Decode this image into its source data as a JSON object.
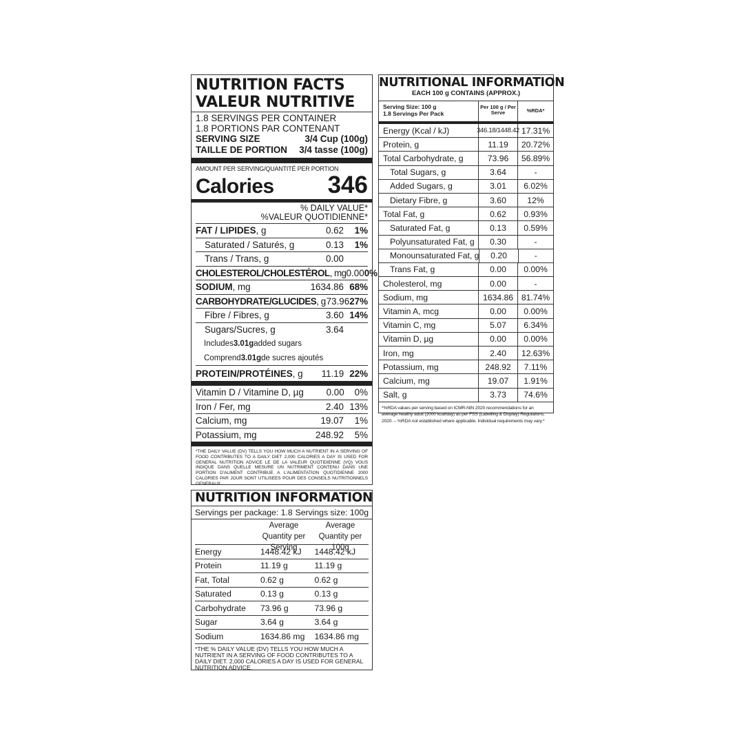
{
  "canada": {
    "title_en": "NUTRITION FACTS",
    "title_fr": "VALEUR NUTRITIVE",
    "servings_en": "1.8 SERVINGS PER CONTAINER",
    "servings_fr": "1.8 PORTIONS PAR CONTENANT",
    "serving_size_label": "SERVING SIZE",
    "serving_size_value": "3/4 Cup (100g)",
    "portion_label": "TAILLE DE PORTION",
    "portion_value": "3/4 tasse (100g)",
    "amount_label": "AMOUNT PER SERVING/QUANTITÉ PER PORTION",
    "calories_label": "Calories",
    "calories_value": "346",
    "dv_en": "% DAILY VALUE*",
    "dv_fr": "%VALEUR QUOTIDIENNE*",
    "rows": [
      {
        "name": "FAT / LIPIDES",
        "unit": ", g",
        "qty": "0.62",
        "pct": "1%"
      },
      {
        "name": "Saturated / Saturés, g",
        "unit": "",
        "qty": "0.13",
        "pct": "1%"
      },
      {
        "name": "Trans / Trans, g",
        "unit": "",
        "qty": "0.00",
        "pct": ""
      },
      {
        "name": "CHOLESTEROL/CHOLESTÉROL",
        "unit": ", mg",
        "qty": "0.00",
        "pct": "0%"
      },
      {
        "name": "SODIUM",
        "unit": ", mg",
        "qty": "1634.86",
        "pct": "68%"
      },
      {
        "name": "CARBOHYDRATE/GLUCIDES",
        "unit": ", g",
        "qty": "73.96",
        "pct": "27%"
      },
      {
        "name": "Fibre / Fibres, g",
        "unit": "",
        "qty": "3.60",
        "pct": "14%"
      },
      {
        "name": "Sugars/Sucres, g",
        "unit": "",
        "qty": "3.64",
        "pct": ""
      }
    ],
    "added_en": {
      "pre": "Includes ",
      "bold": "3.01g",
      "post": " added sugars"
    },
    "added_fr": {
      "pre": "Comprend ",
      "bold": "3.01g",
      "post": " de sucres ajoutés"
    },
    "protein": {
      "name": "PROTEIN/PROTÉINES",
      "unit": ", g",
      "qty": "11.19",
      "pct": "22%"
    },
    "vitamins": [
      {
        "name": "Vitamin D / Vitamine D, µg",
        "qty": "0.00",
        "pct": "0%"
      },
      {
        "name": "Iron / Fer, mg",
        "qty": "2.40",
        "pct": "13%"
      },
      {
        "name": "Calcium, mg",
        "qty": "19.07",
        "pct": "1%"
      },
      {
        "name": "Potassium, mg",
        "qty": "248.92",
        "pct": "5%"
      }
    ],
    "footnote": "*THE DAILY VALUE (DV) TELLS YOU HOW MUCH A NUTRIENT IN A SERVING OF FOOD CONTRIBUTES TO A DAILY DIET 2,000 CALORIES A DAY IS USED FOR GENERAL NUTRITION ADVICE LE DE LA VALEUR QUOTIDIENNE (VQ) VOUS INDIQUE DANS QUELLE MESURE UN NUTRIMENT CONTENU DANS UNE PORTION D'ALIMENT CONTRIBUE A L'ALIMENTATION QUOTIDIENNE 2000 CALORIES PAR JOUR SONT UTILISEES POUR DES CONSEILS NUTRITIONNELS GENERAUX"
  },
  "india": {
    "title": "NUTRITIONAL INFORMATION",
    "subtitle": "EACH 100 g CONTAINS (APPROX.)",
    "serving_size": "Serving Size: 100 g",
    "servings_per_pack": "1.8 Servings Per Pack",
    "col_per": "Per 100 g / Per Serve",
    "col_rda": "%RDA*",
    "rows": [
      {
        "name": "Energy (Kcal / kJ)",
        "indent": false,
        "val": "346.18/1448.42",
        "rda": "17.31%"
      },
      {
        "name": "Protein, g",
        "indent": false,
        "val": "11.19",
        "rda": "20.72%"
      },
      {
        "name": "Total Carbohydrate, g",
        "indent": false,
        "val": "73.96",
        "rda": "56.89%"
      },
      {
        "name": "Total Sugars, g",
        "indent": true,
        "val": "3.64",
        "rda": "-"
      },
      {
        "name": "Added Sugars, g",
        "indent": true,
        "val": "3.01",
        "rda": "6.02%"
      },
      {
        "name": "Dietary Fibre, g",
        "indent": true,
        "val": "3.60",
        "rda": "12%"
      },
      {
        "name": "Total Fat, g",
        "indent": false,
        "val": "0.62",
        "rda": "0.93%"
      },
      {
        "name": "Saturated Fat, g",
        "indent": true,
        "val": "0.13",
        "rda": "0.59%"
      },
      {
        "name": "Polyunsaturated Fat, g",
        "indent": true,
        "val": "0.30",
        "rda": "-"
      },
      {
        "name": "Monounsaturated Fat, g",
        "indent": true,
        "val": "0.20",
        "rda": "-"
      },
      {
        "name": "Trans Fat, g",
        "indent": true,
        "val": "0.00",
        "rda": "0.00%"
      },
      {
        "name": "Cholesterol, mg",
        "indent": false,
        "val": "0.00",
        "rda": "-"
      },
      {
        "name": "Sodium, mg",
        "indent": false,
        "val": "1634.86",
        "rda": "81.74%"
      },
      {
        "name": "Vitamin A, mcg",
        "indent": false,
        "val": "0.00",
        "rda": "0.00%"
      },
      {
        "name": "Vitamin C, mg",
        "indent": false,
        "val": "5.07",
        "rda": "6.34%"
      },
      {
        "name": "Vitamin D, µg",
        "indent": false,
        "val": "0.00",
        "rda": "0.00%"
      },
      {
        "name": "Iron, mg",
        "indent": false,
        "val": "2.40",
        "rda": "12.63%"
      },
      {
        "name": "Potassium, mg",
        "indent": false,
        "val": "248.92",
        "rda": "7.11%"
      },
      {
        "name": "Calcium, mg",
        "indent": false,
        "val": "19.07",
        "rda": "1.91%"
      },
      {
        "name": "Salt, g",
        "indent": false,
        "val": "3.73",
        "rda": "74.6%"
      }
    ],
    "footnote": "*%RDA values per serving based on ICMR-NIN 2020 recommendations for an average healthy adult (2000 kcal/day) as per FSS (Labelling & Display) Regulations, 2020. – %RDA not established where applicable. Individual requirements may vary.*"
  },
  "australia": {
    "title": "NUTRITION INFORMATION",
    "servings_per_package": "Servings per package: 1.8",
    "serving_size": "Servings size: 100g",
    "col_serving": "Average Quantity per Serving",
    "col_100g": "Average Quantity per 100g",
    "rows": [
      {
        "name": "Energy",
        "serving": "1448.42 kJ",
        "per100": "1448.42 kJ"
      },
      {
        "name": "Protein",
        "serving": "11.19 g",
        "per100": "11.19 g"
      },
      {
        "name": "Fat, Total",
        "serving": "0.62 g",
        "per100": "0.62 g"
      },
      {
        "name": "Saturated",
        "serving": "0.13 g",
        "per100": "0.13 g"
      },
      {
        "name": "Carbohydrate",
        "serving": "73.96 g",
        "per100": "73.96 g"
      },
      {
        "name": "Sugar",
        "serving": "3.64 g",
        "per100": "3.64 g"
      },
      {
        "name": "Sodium",
        "serving": "1634.86 mg",
        "per100": "1634.86 mg"
      }
    ],
    "footnote": "*THE % DAILY VALUE (DV) TELLS YOU HOW MUCH A NUTRIENT IN A SERVING OF FOOD CONTRIBUTES TO A DAILY DIET. 2,000 CALORIES A DAY IS USED FOR GENERAL NUTRITION ADVICE."
  }
}
